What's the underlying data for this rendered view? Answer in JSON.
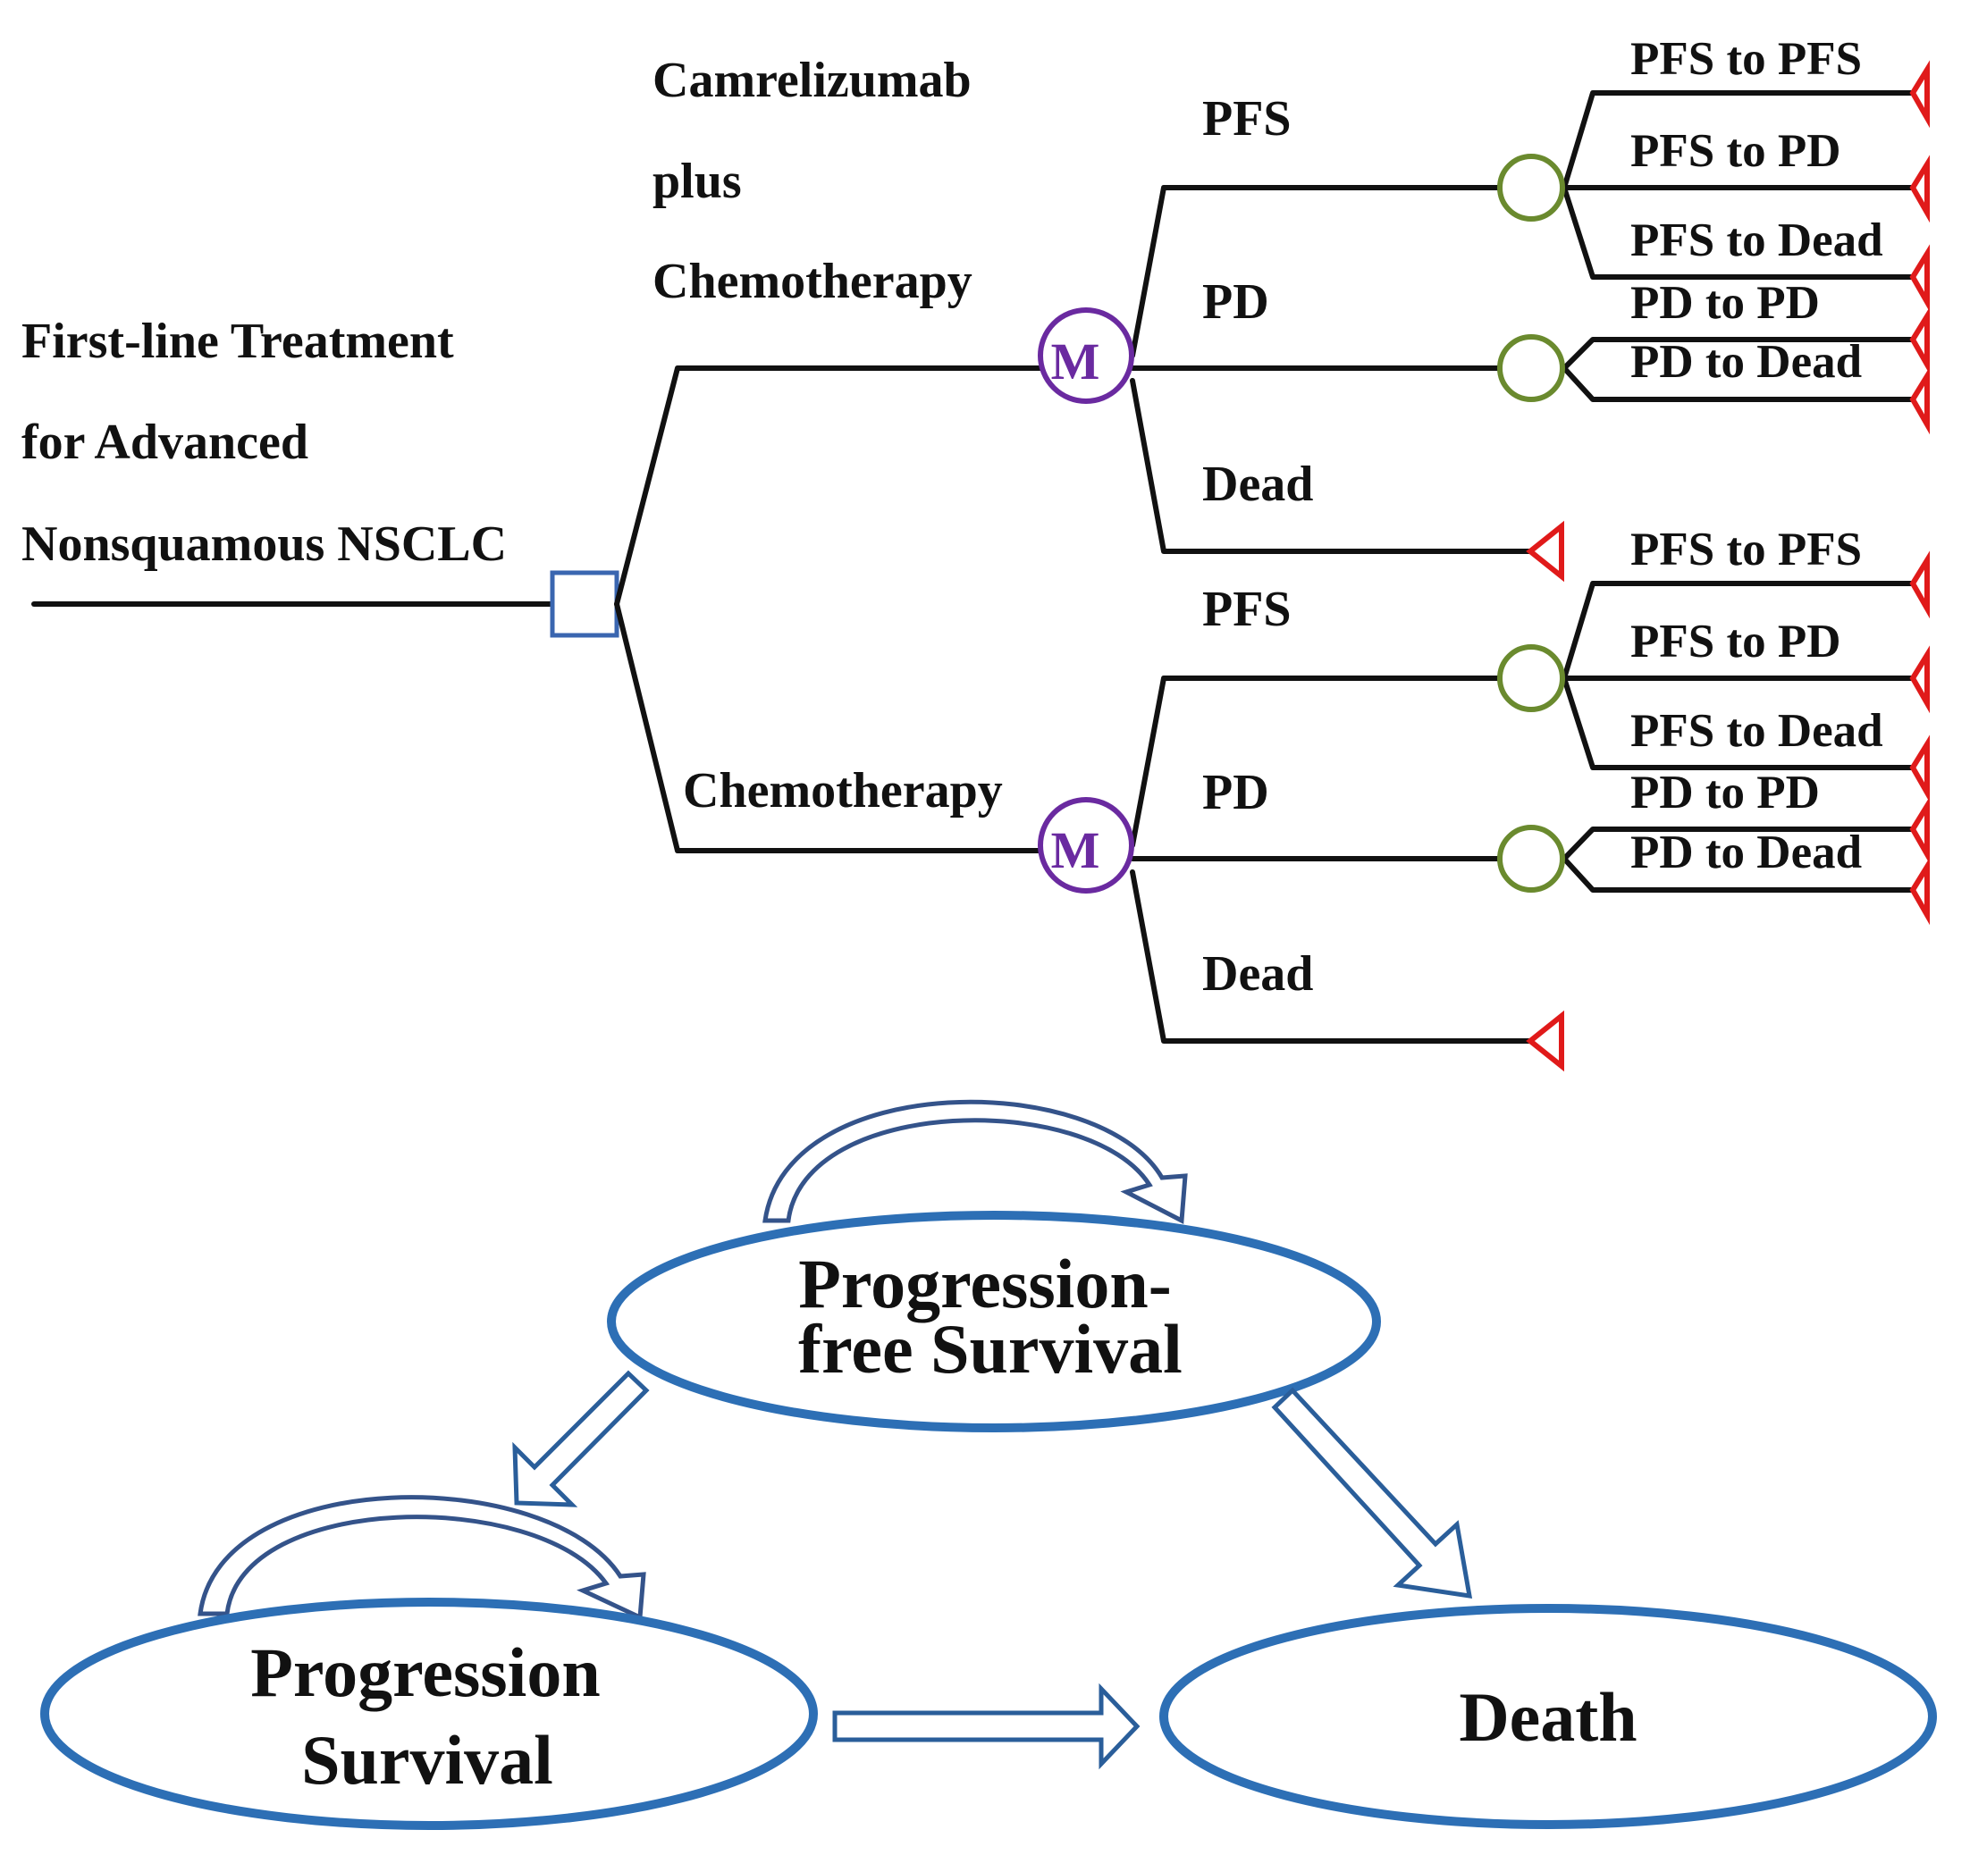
{
  "tree": {
    "root_label": [
      "First-line Treatment",
      "for Advanced",
      "Nonsquamous NSCLC"
    ],
    "arm1_label": [
      "Camrelizumab",
      "plus",
      "Chemotherapy"
    ],
    "arm2_label": [
      "Chemotherapy"
    ],
    "markov_symbol": "M",
    "states": {
      "pfs": "PFS",
      "pd": "PD",
      "dead": "Dead"
    },
    "transitions": {
      "pfs_pfs": "PFS to PFS",
      "pfs_pd": "PFS to PD",
      "pfs_dead": "PFS to Dead",
      "pd_pd": "PD to PD",
      "pd_dead": "PD to Dead"
    }
  },
  "model": {
    "pfs_state": [
      "Progression-",
      "free Survival"
    ],
    "progression_state": [
      "Progression",
      "Survival"
    ],
    "death_state": "Death"
  },
  "colors": {
    "line": "#111111",
    "terminal": "#e01a1a",
    "chance_node": "#6a8a2e",
    "markov_node": "#6a2aa0",
    "decision_node": "#3a66b0",
    "ellipse": "#2d6fb5",
    "arrow": "#2a5e9a"
  }
}
